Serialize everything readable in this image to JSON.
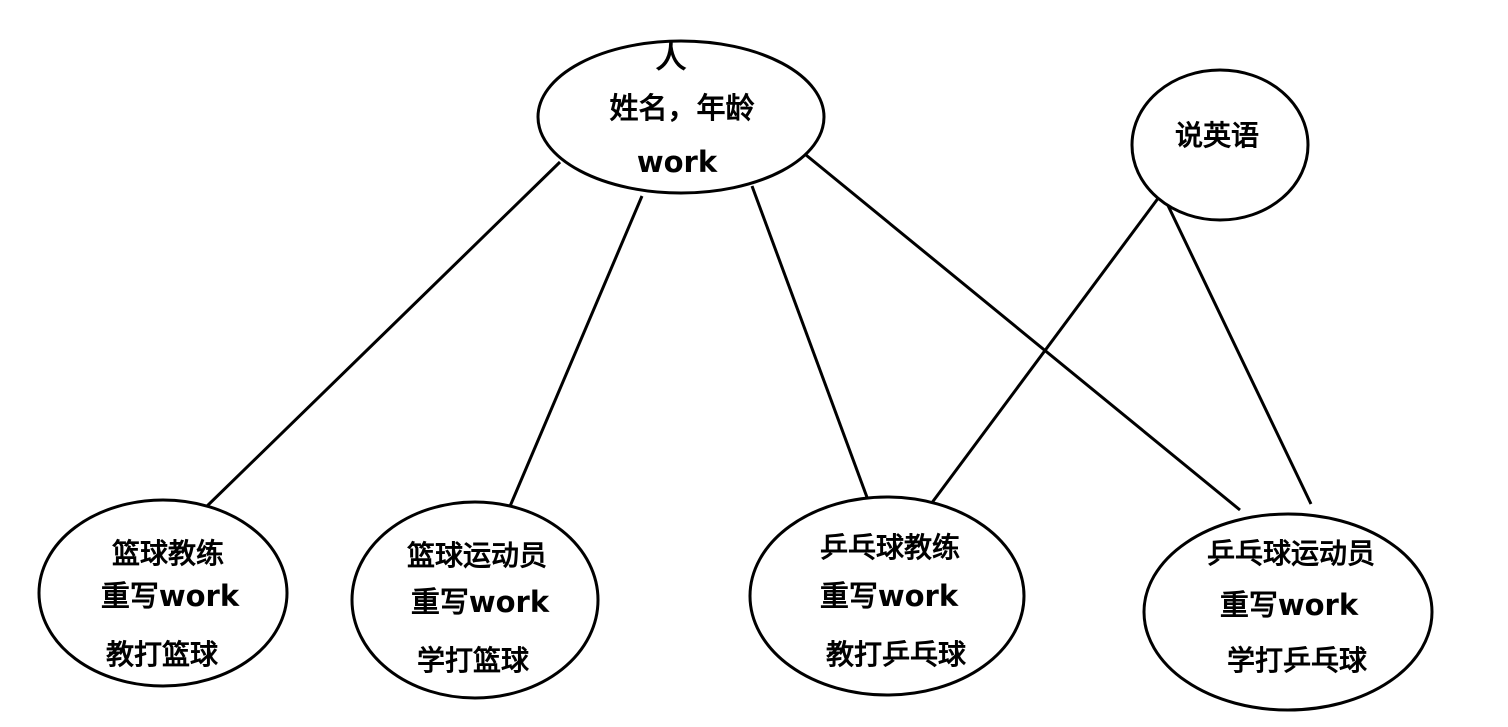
{
  "nodes": {
    "person": {
      "lines": [
        "人",
        "姓名，年龄",
        "work"
      ]
    },
    "english": {
      "lines": [
        "说英语"
      ]
    },
    "basketball_coach": {
      "lines": [
        "篮球教练",
        "重写work",
        "教打篮球"
      ]
    },
    "basketball_player": {
      "lines": [
        "篮球运动员",
        "重写work",
        "学打篮球"
      ]
    },
    "pingpong_coach": {
      "lines": [
        "乒乓球教练",
        "重写work",
        "教打乒乓球"
      ]
    },
    "pingpong_player": {
      "lines": [
        "乒乓球运动员",
        "重写work",
        "学打乒乓球"
      ]
    }
  },
  "edges": [
    {
      "from": "person",
      "to": "basketball_coach"
    },
    {
      "from": "person",
      "to": "basketball_player"
    },
    {
      "from": "person",
      "to": "pingpong_coach"
    },
    {
      "from": "person",
      "to": "pingpong_player"
    },
    {
      "from": "english",
      "to": "pingpong_coach"
    },
    {
      "from": "english",
      "to": "pingpong_player"
    }
  ],
  "colors": {
    "stroke": "#000000",
    "fill": "#ffffff",
    "text": "#000000"
  }
}
